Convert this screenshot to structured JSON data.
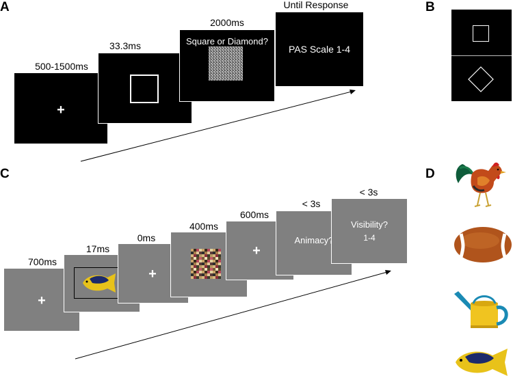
{
  "panels": {
    "a": {
      "letter": "A"
    },
    "b": {
      "letter": "B"
    },
    "c": {
      "letter": "C"
    },
    "d": {
      "letter": "D"
    }
  },
  "panel_a": {
    "screens": [
      {
        "duration": "500-1500ms",
        "content": "fixation-cross",
        "symbol": "+"
      },
      {
        "duration": "33.3ms",
        "content": "square-outline"
      },
      {
        "duration": "2000ms",
        "content": "noise-mask",
        "prompt": "Square or Diamond?"
      },
      {
        "duration": "Until Response",
        "content": "text",
        "prompt": "PAS Scale 1-4"
      }
    ]
  },
  "panel_b": {
    "shapes": [
      "square-outline",
      "diamond-outline"
    ]
  },
  "panel_c": {
    "screens": [
      {
        "duration": "700ms",
        "content": "fixation-cross",
        "symbol": "+"
      },
      {
        "duration": "17ms",
        "content": "fish-image"
      },
      {
        "duration": "0ms",
        "content": "fixation-cross",
        "symbol": "+"
      },
      {
        "duration": "400ms",
        "content": "color-mask"
      },
      {
        "duration": "600ms",
        "content": "fixation-cross",
        "symbol": "+"
      },
      {
        "duration": "< 3s",
        "content": "text",
        "prompt": "Animacy?"
      },
      {
        "duration": "< 3s",
        "content": "text",
        "prompt": "Visibility?",
        "prompt2": "1-4"
      }
    ]
  },
  "panel_d": {
    "stimuli": [
      "rooster-image",
      "football-image",
      "watering-can-image",
      "fish-image"
    ]
  },
  "colors": {
    "black_screen": "#000000",
    "gray_screen": "#808080",
    "fish_yellow": "#e8c21a",
    "fish_navy": "#1c2a6b"
  }
}
